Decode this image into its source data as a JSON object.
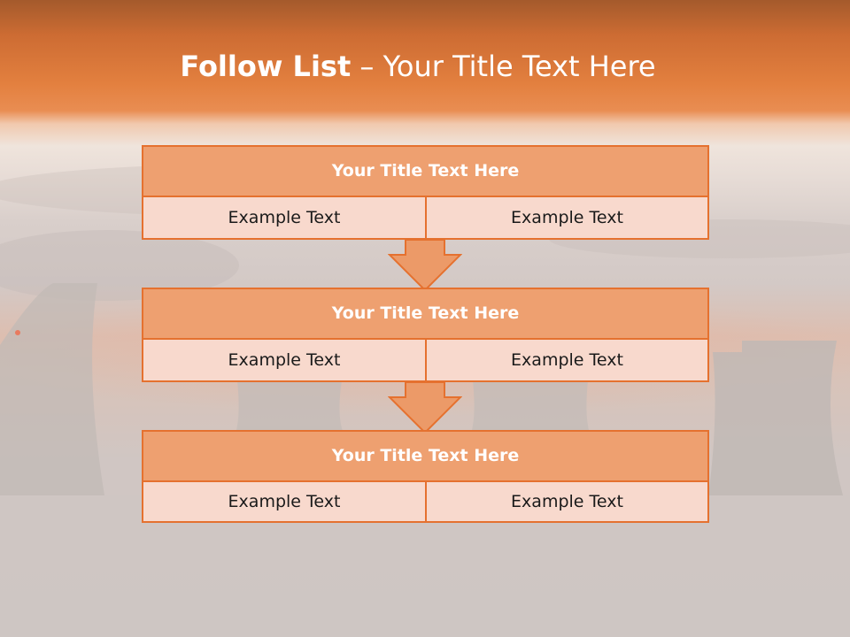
{
  "title": {
    "bold": "Follow List",
    "rest": " – Your Title Text Here"
  },
  "blocks": [
    {
      "heading": "Your Title Text Here",
      "left": "Example Text",
      "right": "Example Text"
    },
    {
      "heading": "Your Title Text Here",
      "left": "Example Text",
      "right": "Example Text"
    },
    {
      "heading": "Your Title Text Here",
      "left": "Example Text",
      "right": "Example Text"
    }
  ],
  "colors": {
    "header_band": "#e3803f",
    "box_title_fill": "#eea070",
    "box_cell_fill": "#f8d9cd",
    "border": "#e5712f",
    "arrow_fill": "#ec9a68"
  },
  "icons": [
    "down-arrow-icon",
    "down-arrow-icon"
  ]
}
